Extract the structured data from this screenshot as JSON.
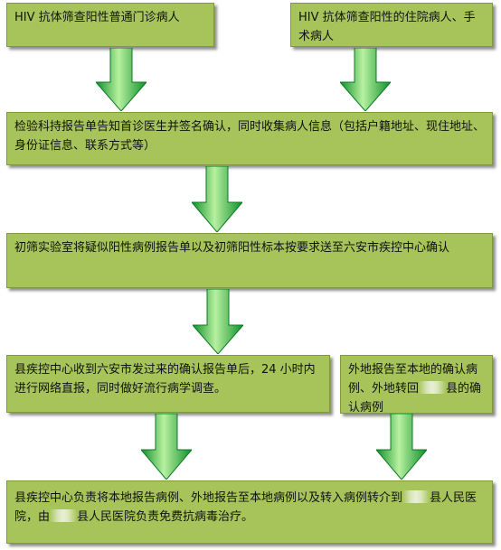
{
  "nodes": {
    "outpatient": "HIV 抗体筛查阳性普通门诊病人",
    "inpatient": "HIV 抗体筛查阳性的住院病人、手术病人",
    "lab_report": "检验科持报告单告知首诊医生并签名确认，同时收集病人信息（包括户籍地址、现住地址、身份证信息、联系方式等）",
    "initial_lab": "初筛实验室将疑似阳性病例报告单以及初筛阳性标本按要求送至六安市疾控中心确认",
    "county_cdc": "县疾控中心收到六安市发过来的确认报告单后，24 小时内进行网络直报，同时做好流行病学调查。",
    "external_a": "外地报告至本地的确认病例、外地转回",
    "external_b": "县的确认病例",
    "final_a": "县疾控中心负责将本地报告病例、外地报告至本地病例以及转入病例转介到",
    "final_b": "县人民医院，由",
    "final_c": "县人民医院负责免费抗病毒治疗。"
  },
  "colors": {
    "box_fill": "#a6c45a",
    "arrow_light": "#b7f0a0",
    "arrow_dark": "#0e8f2a"
  }
}
